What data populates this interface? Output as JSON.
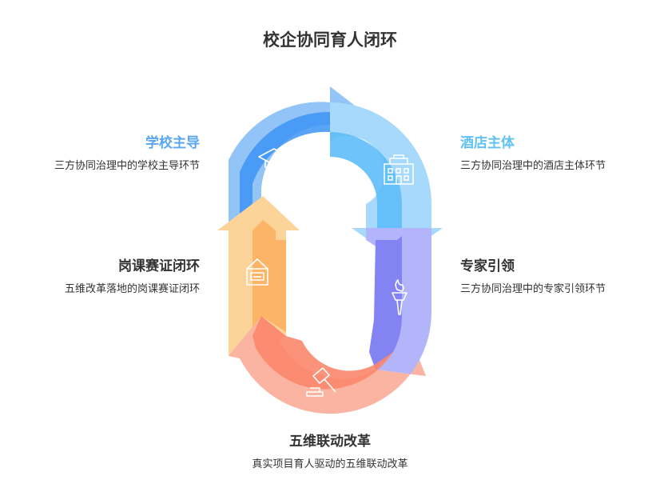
{
  "title": "校企协同育人闭环",
  "nodes": [
    {
      "heading": "学校主导",
      "desc": "三方协同治理中的学校主导环节",
      "color": "#5aa7f0",
      "icon": "graduation-cap-icon"
    },
    {
      "heading": "酒店主体",
      "desc": "三方协同治理中的酒店主体环节",
      "color": "#5fc2f2",
      "icon": "hotel-building-icon"
    },
    {
      "heading": "专家引领",
      "desc": "三方协同治理中的专家引领环节",
      "color": "#333333",
      "icon": "torch-icon"
    },
    {
      "heading": "五维联动改革",
      "desc": "真实项目育人驱动的五维联动改革",
      "color": "#333333",
      "icon": "gavel-icon"
    },
    {
      "heading": "岗课赛证闭环",
      "desc": "五维改革落地的岗课赛证闭环",
      "color": "#333333",
      "icon": "certificate-board-icon"
    }
  ],
  "colors": {
    "blue_dark": "#3d94f5",
    "blue_light": "#93c4f7",
    "cyan_dark": "#5ebcfa",
    "cyan_light": "#a6d9fb",
    "purple_dark": "#8383f4",
    "purple_light": "#b3b5fb",
    "salmon_dark": "#fb876c",
    "salmon_light": "#fcb4a2",
    "orange_dark": "#fcb466",
    "orange_light": "#fcd49a"
  }
}
